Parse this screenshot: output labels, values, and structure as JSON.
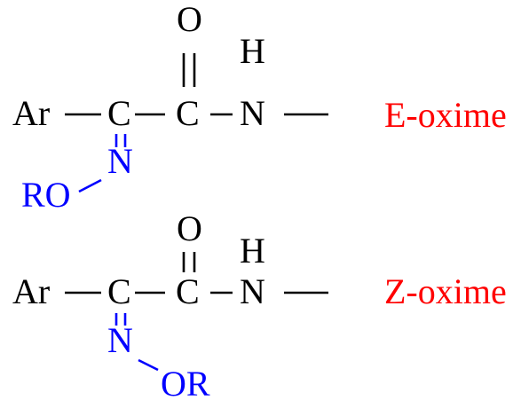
{
  "colors": {
    "backbone": "#000000",
    "oxime_group": "#0000ff",
    "isomer_label": "#ff0000"
  },
  "structures": [
    {
      "label": "E-oxime",
      "atoms": {
        "aryl": "Ar",
        "carbon_alpha": "C",
        "carbon_carbonyl": "C",
        "oxygen": "O",
        "hydrogen": "H",
        "nitrogen_amide": "N",
        "nitrogen_oxime": "N",
        "alkoxy": "RO"
      }
    },
    {
      "label": "Z-oxime",
      "atoms": {
        "aryl": "Ar",
        "carbon_alpha": "C",
        "carbon_carbonyl": "C",
        "oxygen": "O",
        "hydrogen": "H",
        "nitrogen_amide": "N",
        "nitrogen_oxime": "N",
        "alkoxy": "OR"
      }
    }
  ]
}
